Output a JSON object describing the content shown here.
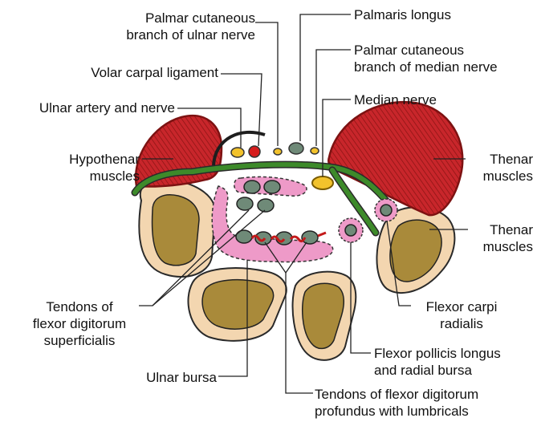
{
  "labels": {
    "palmar_cutaneous_ulnar": "Palmar cutaneous\nbranch of ulnar nerve",
    "palmaris_longus": "Palmaris longus",
    "palmar_cutaneous_median": "Palmar cutaneous\nbranch of median nerve",
    "volar_carpal_ligament": "Volar carpal ligament",
    "median_nerve": "Median nerve",
    "ulnar_artery_nerve": "Ulnar artery and nerve",
    "hypothenar_muscles": "Hypothenar\nmuscles",
    "thenar_muscles_top": "Thenar\nmuscles",
    "thenar_muscles_bottom": "Thenar\nmuscles",
    "tendons_fds": "Tendons of\nflexor digitorum\nsuperficialis",
    "flexor_carpi_radialis": "Flexor carpi\nradialis",
    "fpl_radial_bursa": "Flexor pollicis longus\nand radial bursa",
    "ulnar_bursa": "Ulnar bursa",
    "tendons_fdp": "Tendons of flexor digitorum\nprofundus with lumbricals"
  },
  "colors": {
    "muscle": "#c8262b",
    "muscle_dark": "#7d1212",
    "ligament_green": "#3d8a2a",
    "bone_outer": "#f3d6b0",
    "bone_inner": "#a98a3a",
    "bursa_pink": "#ee9ac8",
    "tendon_grey": "#6f8a78",
    "nerve_yellow": "#f2c22c",
    "artery_red": "#d61c1c"
  }
}
